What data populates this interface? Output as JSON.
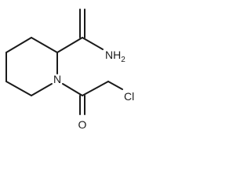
{
  "molecule": {
    "atoms": {
      "amide_n": "NH",
      "amide_n_subscript": "2",
      "ring_n": "N",
      "carbonyl_o": "O",
      "chlorine": "Cl"
    }
  }
}
